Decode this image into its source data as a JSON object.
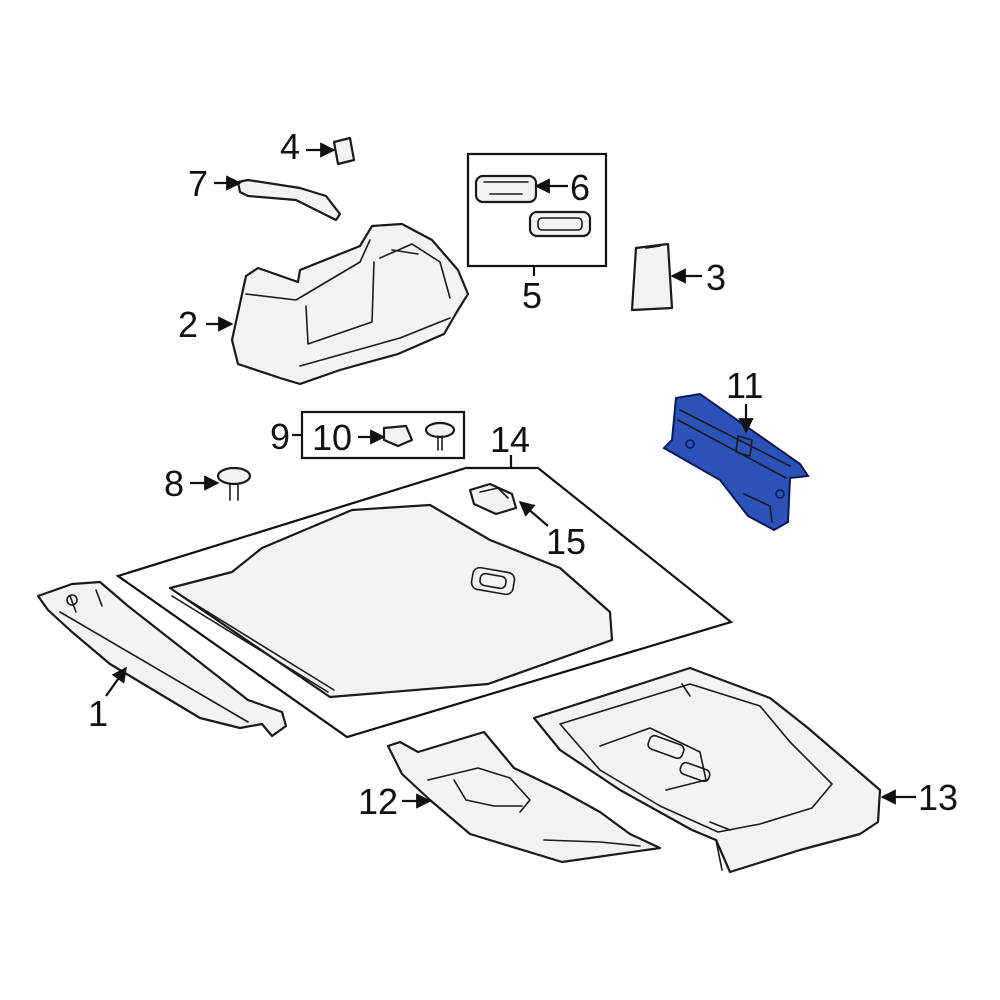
{
  "diagram": {
    "callouts": [
      {
        "id": "c1",
        "label": "1"
      },
      {
        "id": "c2",
        "label": "2"
      },
      {
        "id": "c3",
        "label": "3"
      },
      {
        "id": "c4",
        "label": "4"
      },
      {
        "id": "c5",
        "label": "5"
      },
      {
        "id": "c6",
        "label": "6"
      },
      {
        "id": "c7",
        "label": "7"
      },
      {
        "id": "c8",
        "label": "8"
      },
      {
        "id": "c9",
        "label": "9"
      },
      {
        "id": "c10",
        "label": "10"
      },
      {
        "id": "c11",
        "label": "11"
      },
      {
        "id": "c12",
        "label": "12"
      },
      {
        "id": "c13",
        "label": "13"
      },
      {
        "id": "c14",
        "label": "14"
      },
      {
        "id": "c15",
        "label": "15"
      }
    ],
    "highlight_color": "#2b52b8",
    "line_color": "#111111"
  }
}
